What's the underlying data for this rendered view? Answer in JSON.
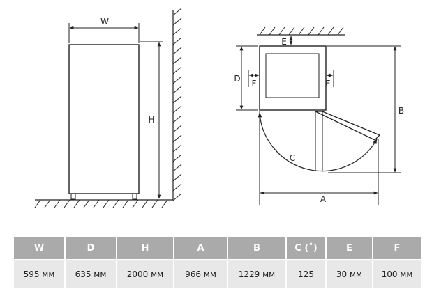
{
  "diagram": {
    "front_view": {
      "width_label": "W",
      "height_label": "H"
    },
    "top_view": {
      "wall_gap_label": "E",
      "depth_label": "D",
      "side_gap_left_label": "F",
      "side_gap_right_label": "F",
      "swing_label": "C",
      "total_depth_label": "B",
      "total_width_label": "A"
    }
  },
  "table": {
    "headers": [
      "W",
      "D",
      "H",
      "A",
      "B",
      "C (˚)",
      "E",
      "F"
    ],
    "values": [
      "595 мм",
      "635 мм",
      "2000 мм",
      "966 мм",
      "1229 мм",
      "125",
      "30 мм",
      "100 мм"
    ]
  }
}
